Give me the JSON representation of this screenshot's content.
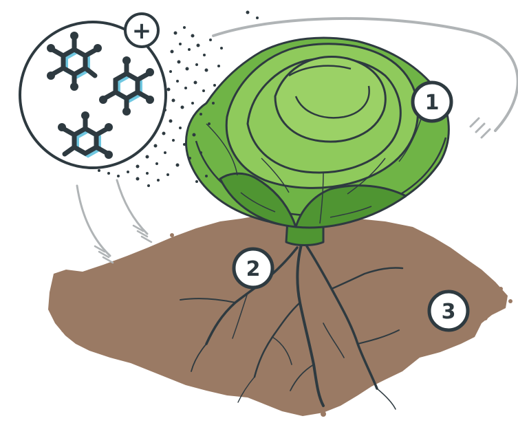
{
  "labels": {
    "plant": "1",
    "roots": "2",
    "soil": "3",
    "plus": "+"
  },
  "colors": {
    "soil": "#9a7a64",
    "leaf_light": "#8fca5c",
    "leaf_mid": "#6fb446",
    "leaf_dark": "#4f9532",
    "outline": "#2e3a40",
    "molecule_shadow": "#6fc7e0",
    "arrow": "#b0b4b6"
  },
  "icons": [
    "molecule-icon",
    "plus-icon",
    "cabbage-icon",
    "root-system-icon",
    "soil-patch-icon",
    "flow-arrow-icon",
    "particle-cloud-icon"
  ]
}
